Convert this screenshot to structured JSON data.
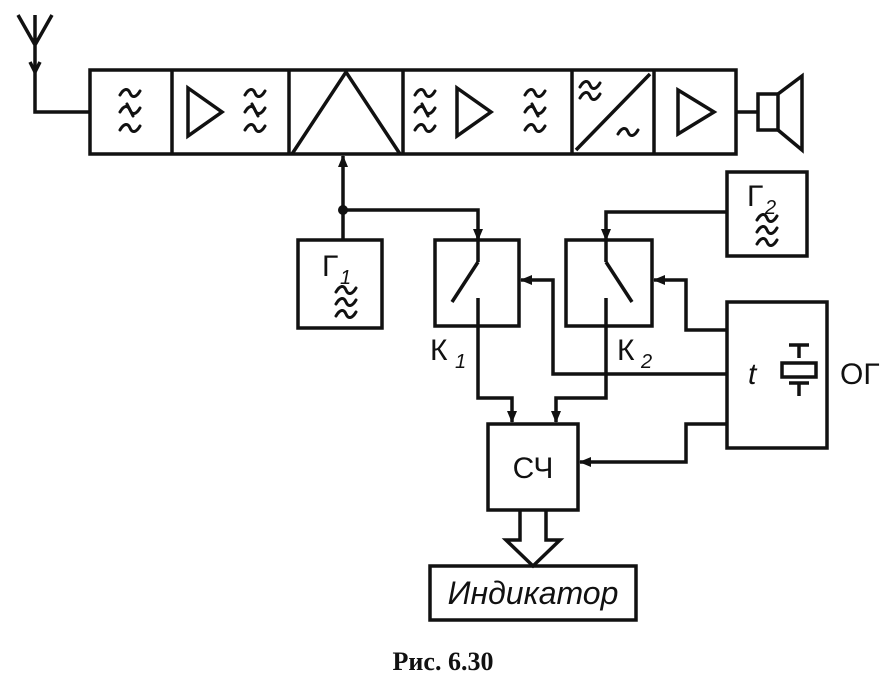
{
  "labels": {
    "g1": "Г",
    "g1_sub": "1",
    "g2": "Г",
    "g2_sub": "2",
    "k1": "К",
    "k1_sub": "1",
    "k2": "К",
    "k2_sub": "2",
    "t": "t",
    "og": "ОГ",
    "sch": "СЧ",
    "indicator": "Индикатор"
  },
  "caption": "Рис. 6.30"
}
